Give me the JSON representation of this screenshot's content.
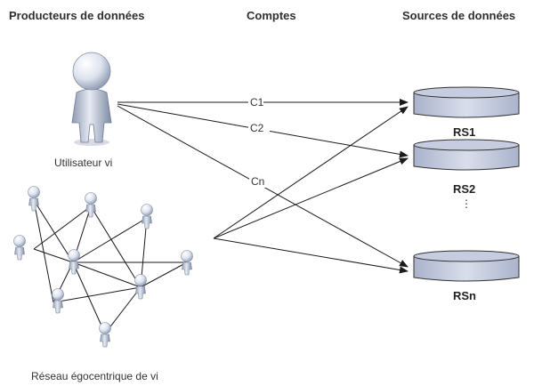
{
  "headers": {
    "producers": "Producteurs de données",
    "accounts": "Comptes",
    "sources": "Sources de données"
  },
  "labels": {
    "user": "Utilisateur vi",
    "network": "Réseau égocentrique de vi"
  },
  "accounts": [
    "C1",
    "C2",
    "Cn"
  ],
  "sources": [
    "RS1",
    "RS2",
    "RSn"
  ],
  "ellipsis": "⋮",
  "colors": {
    "line": "#1a1a1a",
    "disk_fill": "#c9cfe0",
    "disk_stroke": "#333333",
    "person_light": "#f4f6fa",
    "person_dark": "#8f9bb3"
  }
}
